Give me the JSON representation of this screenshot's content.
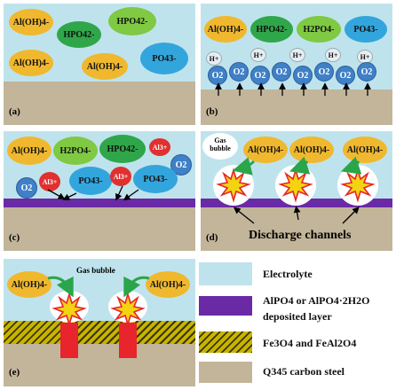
{
  "panels": {
    "a": {
      "label": "(a)",
      "ions": [
        "Al(OH)4-",
        "HPO42-",
        "HPO42-",
        "Al(OH)4-",
        "Al(OH)4-",
        "PO43-"
      ]
    },
    "b": {
      "label": "(b)",
      "ions": [
        "Al(OH)4-",
        "HPO42-",
        "H2PO4-",
        "PO43-"
      ],
      "h_ion": "H+",
      "o2": "O2"
    },
    "c": {
      "label": "(c)",
      "ions": [
        "Al(OH)4-",
        "H2PO4-",
        "HPO42-",
        "Al3+",
        "O2",
        "O2",
        "Al3+",
        "PO43-",
        "Al3+",
        "PO43-"
      ]
    },
    "d": {
      "label": "(d)",
      "gas_bubble": "Gas bubble",
      "ion": "Al(OH)4-",
      "discharge": "Discharge channels"
    },
    "e": {
      "label": "(e)",
      "gas_bubble": "Gas bubble",
      "ion": "Al(OH)4-"
    }
  },
  "legend": {
    "electrolyte": "Electrolyte",
    "deposit_line1": "AlPO4 or AlPO4·2H2O",
    "deposit_line2": "deposited layer",
    "oxides": "Fe3O4 and FeAl2O4",
    "steel": "Q345 carbon steel"
  },
  "colors": {
    "electrolyte": "#bfe3ec",
    "steel": "#c2b59a",
    "deposit": "#6a2aa6",
    "channel": "#e8242c",
    "arrow": "#2aa54a"
  }
}
